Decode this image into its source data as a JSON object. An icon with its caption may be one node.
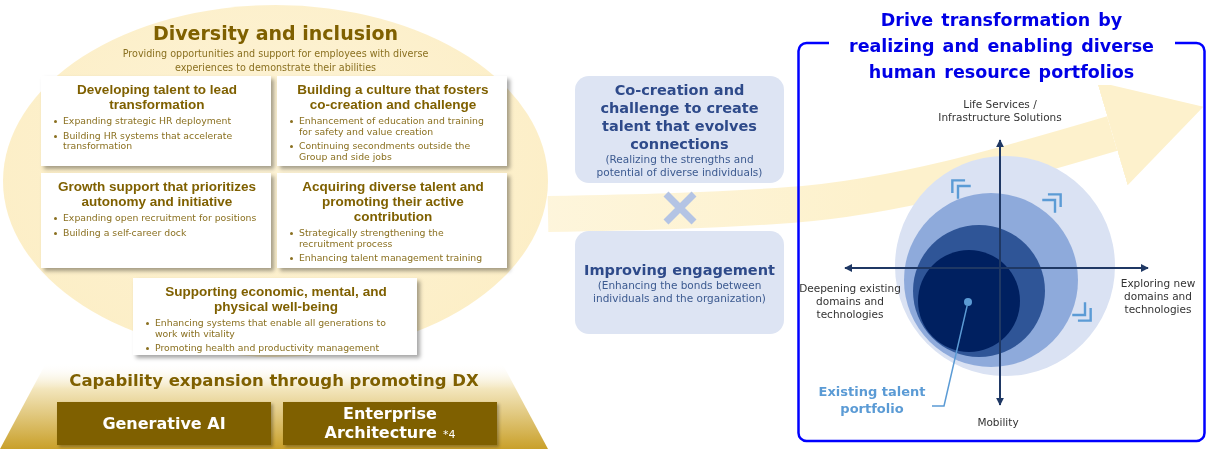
{
  "diagram": {
    "nodes": [
      {
        "text": [
          "Diversity and inclusion",
          "Providing opportunities and support for employees with diverse experiences to demonstrate their abilities"
        ]
      },
      {
        "text": [
          "Developing talent to lead transformation",
          "Expanding strategic HR deployment",
          "Building HR systems that accelerate transformation"
        ],
        "in": 0
      },
      {
        "text": [
          "Building a culture that fosters co-creation and challenge",
          "Enhancement of education and training for safety and value creation",
          "Continuing secondments outside the Group and side jobs"
        ],
        "in": 0
      },
      {
        "text": [
          "Growth support that prioritizes autonomy and initiative",
          "Expanding open recruitment for positions",
          "Building a self-career dock"
        ],
        "in": 0
      },
      {
        "text": [
          "Acquiring diverse talent and promoting their active contribution",
          "Strategically strengthening the recruitment process",
          "Enhancing talent management training"
        ],
        "in": 0
      },
      {
        "text": [
          "Supporting economic, mental, and physical well-being",
          "Enhancing systems that enable all generations to work with vitality",
          "Promoting health and productivity management"
        ],
        "in": 0
      },
      {
        "text": [
          "Capability expansion through promoting DX"
        ]
      },
      {
        "text": [
          "Generative AI"
        ],
        "in": 6
      },
      {
        "text": [
          "Enterprise Architecture",
          "*4"
        ],
        "in": 6
      },
      {
        "text": [
          "Co-creation and challenge to create talent that evolves connections",
          "(Realizing the strengths and potential of diverse individuals)"
        ]
      },
      {
        "text": [
          "Improving engagement",
          "(Enhancing the bonds between individuals and the organization)"
        ]
      },
      {
        "text": [
          "Drive transformation by realizing and enabling diverse human resource portfolios"
        ]
      },
      {
        "text": [
          "Existing talent portfolio"
        ],
        "in": 11
      },
      {
        "text": [],
        "shape": "circle",
        "in": 11
      }
    ],
    "edges": [
      {
        "from": 12,
        "to": 13,
        "arrow": "none"
      },
      {
        "from": 0,
        "to": 11,
        "arrow": "to",
        "style": "thick",
        "color": "#fdf1cc"
      }
    ],
    "labels": [
      "Life Services / Infrastructure Solutions",
      "Deepening existing domains and technologies",
      "Exploring new domains and technologies",
      "Mobility"
    ]
  }
}
